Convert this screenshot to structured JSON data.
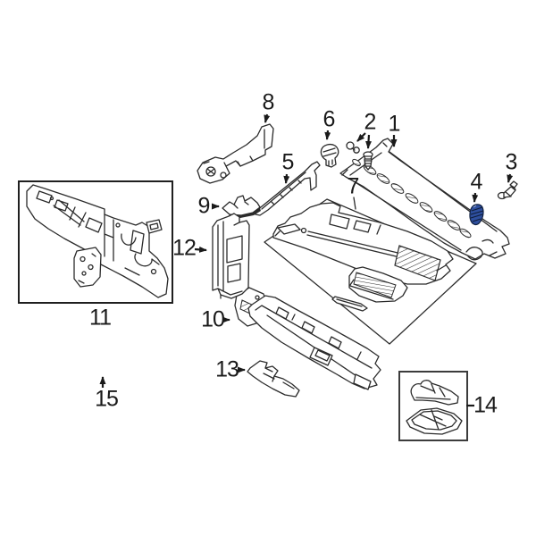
{
  "diagram": {
    "kind": "exploded-parts-diagram",
    "background_color": "#ffffff",
    "line_color": "#2b2b2b",
    "label_color": "#1a1a1a",
    "highlight_color": "#2e4f9e",
    "highlighted_callout": "4",
    "callouts": [
      {
        "label": "1"
      },
      {
        "label": "2"
      },
      {
        "label": "3"
      },
      {
        "label": "4"
      },
      {
        "label": "5"
      },
      {
        "label": "6"
      },
      {
        "label": "7"
      },
      {
        "label": "8"
      },
      {
        "label": "9"
      },
      {
        "label": "10"
      },
      {
        "label": "11"
      },
      {
        "label": "12"
      },
      {
        "label": "13"
      },
      {
        "label": "14"
      },
      {
        "label": "15"
      }
    ]
  }
}
